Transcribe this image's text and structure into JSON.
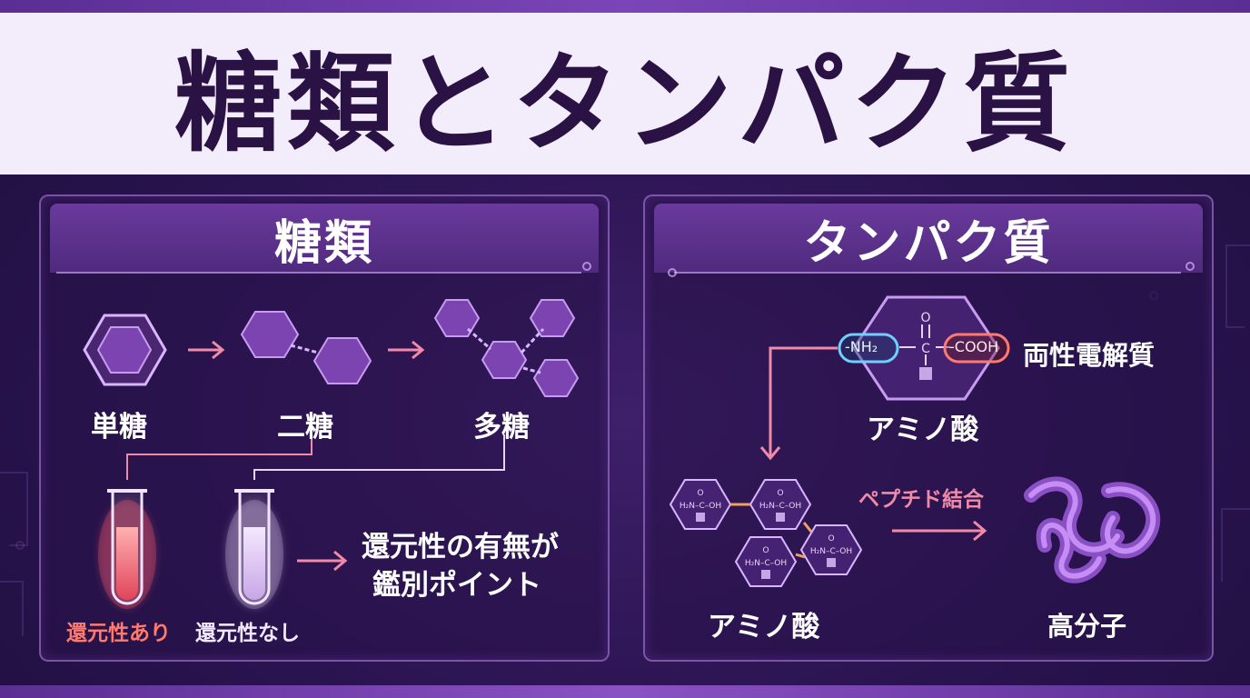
{
  "title": "糖類とタンパク質",
  "sugars": {
    "heading": "糖類",
    "mono_label": "単糖",
    "di_label": "二糖",
    "poly_label": "多糖",
    "reducing_label": "還元性あり",
    "nonreducing_label": "還元性なし",
    "point_line1": "還元性の有無が",
    "point_line2": "鑑別ポイント"
  },
  "proteins": {
    "heading": "タンパク質",
    "amine_group": "-NH₂",
    "carboxyl_group": "-COOH",
    "amphoteric_label": "両性電解質",
    "amino_acid_label": "アミノ酸",
    "chain_label": "アミノ酸",
    "peptide_label": "ペプチド結合",
    "polymer_label": "高分子"
  },
  "colors": {
    "accent_pink": "#f08aa8",
    "hex_fill": "#7b44b0",
    "hex_stroke": "#c79cf0",
    "reducing_text": "#ff7a6e",
    "amine_ring": "#6fd0ff",
    "carboxyl_ring": "#ff7a6e"
  }
}
